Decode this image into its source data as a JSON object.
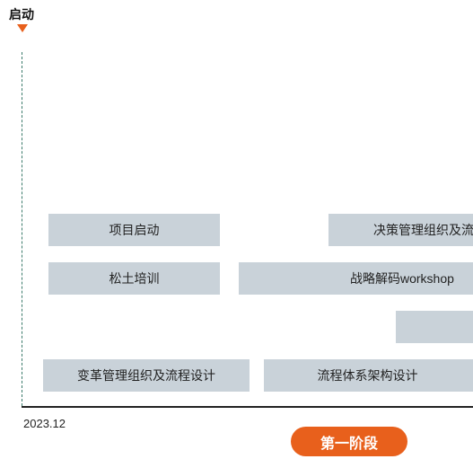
{
  "milestone": {
    "label": "启动"
  },
  "timeline": {
    "start_date": "2023.12"
  },
  "tasks": [
    {
      "label": "项目启动"
    },
    {
      "label": "决策管理组织及流"
    },
    {
      "label": "松土培训"
    },
    {
      "label": "战略解码workshop"
    },
    {
      "label": ""
    },
    {
      "label": "变革管理组织及流程设计"
    },
    {
      "label": "流程体系架构设计"
    },
    {
      "label": ""
    }
  ],
  "phase": {
    "label": "第一阶段"
  },
  "colors": {
    "accent": "#e8601c",
    "task_bg": "#c9d2d9",
    "dashed": "#3a7a6a"
  }
}
